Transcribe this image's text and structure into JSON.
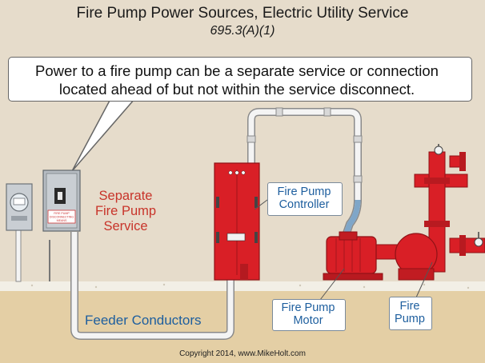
{
  "title": {
    "line1": "Fire Pump Power Sources, Electric Utility Service",
    "line2": "695.3(A)(1)"
  },
  "callout": {
    "text_line1": "Power to a fire pump can be a separate service or connection",
    "text_line2": "located ahead of but not within the service disconnect."
  },
  "labels": {
    "separate_service": [
      "Separate",
      "Fire Pump",
      "Service"
    ],
    "controller": [
      "Fire Pump",
      "Controller"
    ],
    "motor": [
      "Fire Pump",
      "Motor"
    ],
    "pump": [
      "Fire",
      "Pump"
    ],
    "feeder": "Feeder Conductors"
  },
  "disconnect_label": [
    "FIRE PUMP",
    "DISCONNECTING",
    "MEANS"
  ],
  "copyright": "Copyright 2014, www.MikeHolt.com",
  "colors": {
    "wall": "#e6dccb",
    "ground": "#e4cfa5",
    "equipment_red": "#d91f26",
    "conduit": "#f4f4f4",
    "text_red": "#c8342a",
    "text_blue": "#1d5e9e"
  }
}
